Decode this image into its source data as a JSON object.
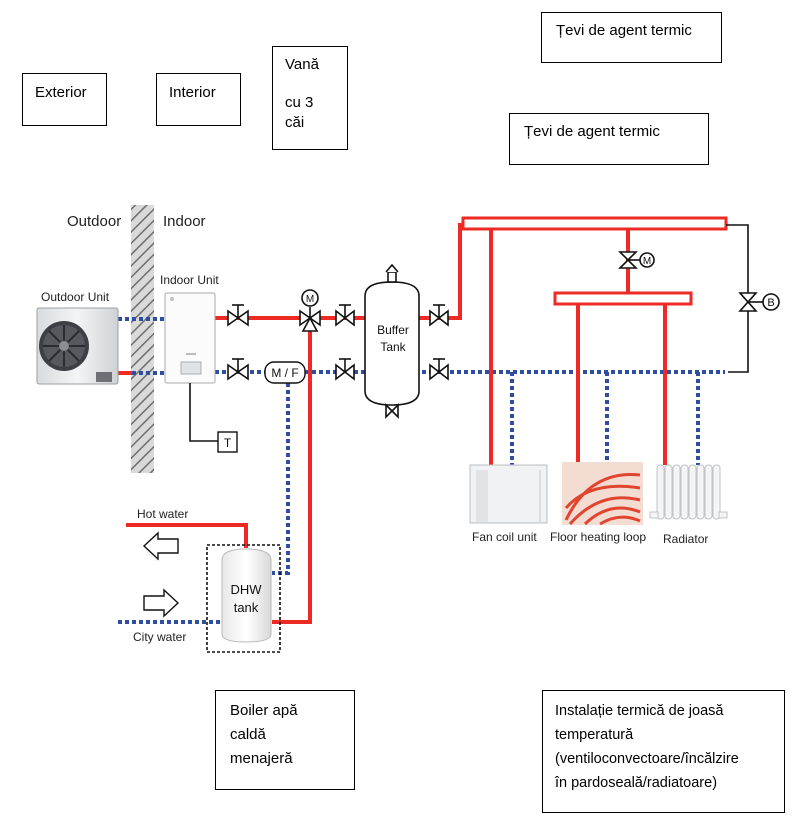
{
  "callouts": {
    "exterior": "Exterior",
    "interior": "Interior",
    "valve_line1": "Vană",
    "valve_line2": "cu 3",
    "valve_line3": "căi",
    "pipes_top": "Țevi de agent termic",
    "pipes_mid": "Țevi de agent termic",
    "boiler_line1": "Boiler apă",
    "boiler_line2": "caldă",
    "boiler_line3": "menajeră",
    "install_line1": "Instalație termică de joasă",
    "install_line2": "temperatură",
    "install_line3": "(ventiloconvectoare/încălzire",
    "install_line4": "în pardoseală/radiatoare)"
  },
  "diagram": {
    "outdoor_label": "Outdoor",
    "indoor_label": "Indoor",
    "outdoor_unit": "Outdoor Unit",
    "indoor_unit": "Indoor Unit",
    "buffer_line1": "Buffer",
    "buffer_line2": "Tank",
    "motor_m": "M",
    "mf": "M / F",
    "thermostat": "T",
    "bypass_b": "B",
    "hot_water": "Hot water",
    "city_water": "City water",
    "dhw_line1": "DHW",
    "dhw_line2": "tank",
    "fan_coil": "Fan coil unit",
    "floor_heating": "Floor heating loop",
    "radiator": "Radiator"
  },
  "colors": {
    "supply": "#ee2a24",
    "return": "#2e4ea3",
    "wall": "#9a9a9a"
  }
}
